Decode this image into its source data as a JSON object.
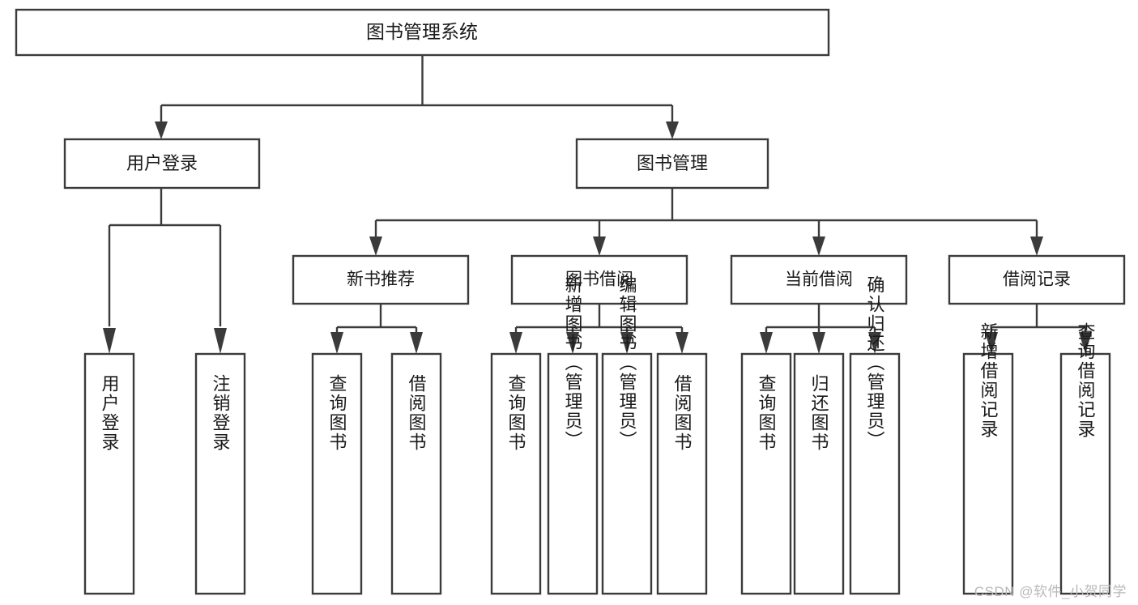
{
  "diagram": {
    "type": "hierarchy-tree",
    "title": "图书管理系统",
    "watermark": "CSDN @软件_小贺同学",
    "colors": {
      "stroke": "#3b3b3b",
      "fill": "#ffffff",
      "text": "#1a1a1a",
      "watermark": "#b9b9b9"
    },
    "root": {
      "label": "图书管理系统"
    },
    "level2": [
      {
        "label": "用户登录"
      },
      {
        "label": "图书管理"
      }
    ],
    "level3": [
      {
        "label": "新书推荐"
      },
      {
        "label": "图书借阅"
      },
      {
        "label": "当前借阅"
      },
      {
        "label": "借阅记录"
      }
    ],
    "leaves": {
      "user_login": [
        {
          "label": "用户登录"
        },
        {
          "label": "注销登录"
        }
      ],
      "new_book_recommend": [
        {
          "label": "查询图书"
        },
        {
          "label": "借阅图书"
        }
      ],
      "book_borrow": [
        {
          "label": "查询图书"
        },
        {
          "label": "新增图书（管理员）"
        },
        {
          "label": "编辑图书（管理员）"
        },
        {
          "label": "借阅图书"
        }
      ],
      "current_borrow": [
        {
          "label": "查询图书"
        },
        {
          "label": "归还图书"
        },
        {
          "label": "确认归还（管理员）"
        }
      ],
      "borrow_record": [
        {
          "label": "新增借阅记录"
        },
        {
          "label": "查询借阅记录"
        }
      ]
    }
  }
}
